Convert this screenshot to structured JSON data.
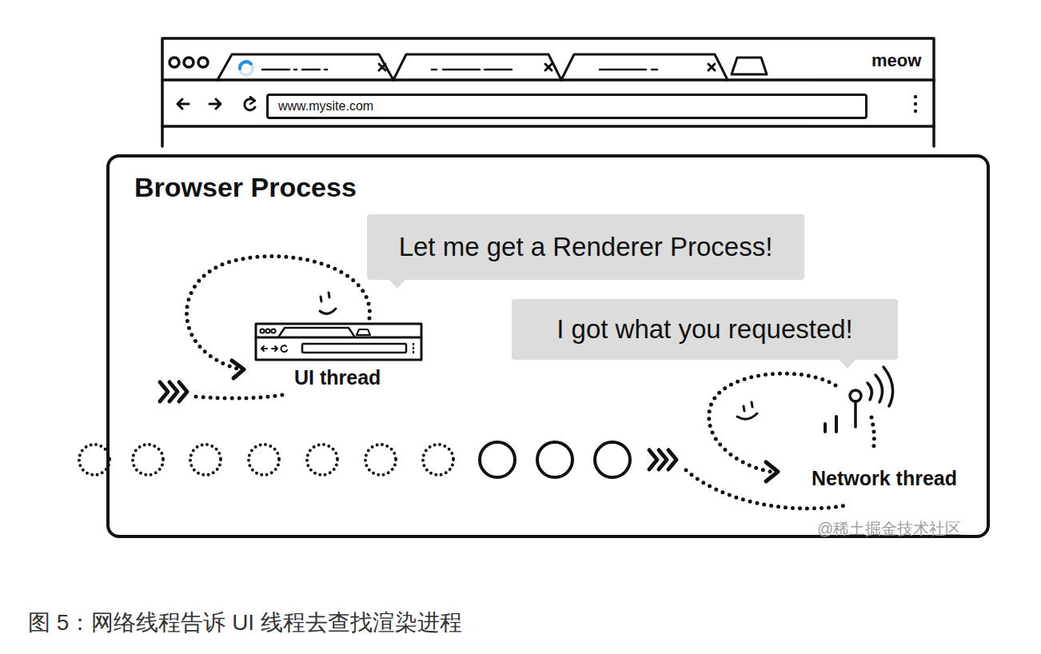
{
  "diagram": {
    "caption": "图 5：网络线程告诉 UI 线程去查找渲染进程",
    "nodes": [
      {
        "text": [
          "www.mysite.com"
        ]
      },
      {
        "text": [
          "Browser Process"
        ]
      },
      {
        "text": [
          "Let me get a Renderer Process!"
        ],
        "in": 1
      },
      {
        "text": [
          "I got what you requested!"
        ],
        "in": 1
      }
    ],
    "labels": [
      "meow",
      "UI thread",
      "Network thread",
      "@稀土掘金技术社区"
    ]
  }
}
